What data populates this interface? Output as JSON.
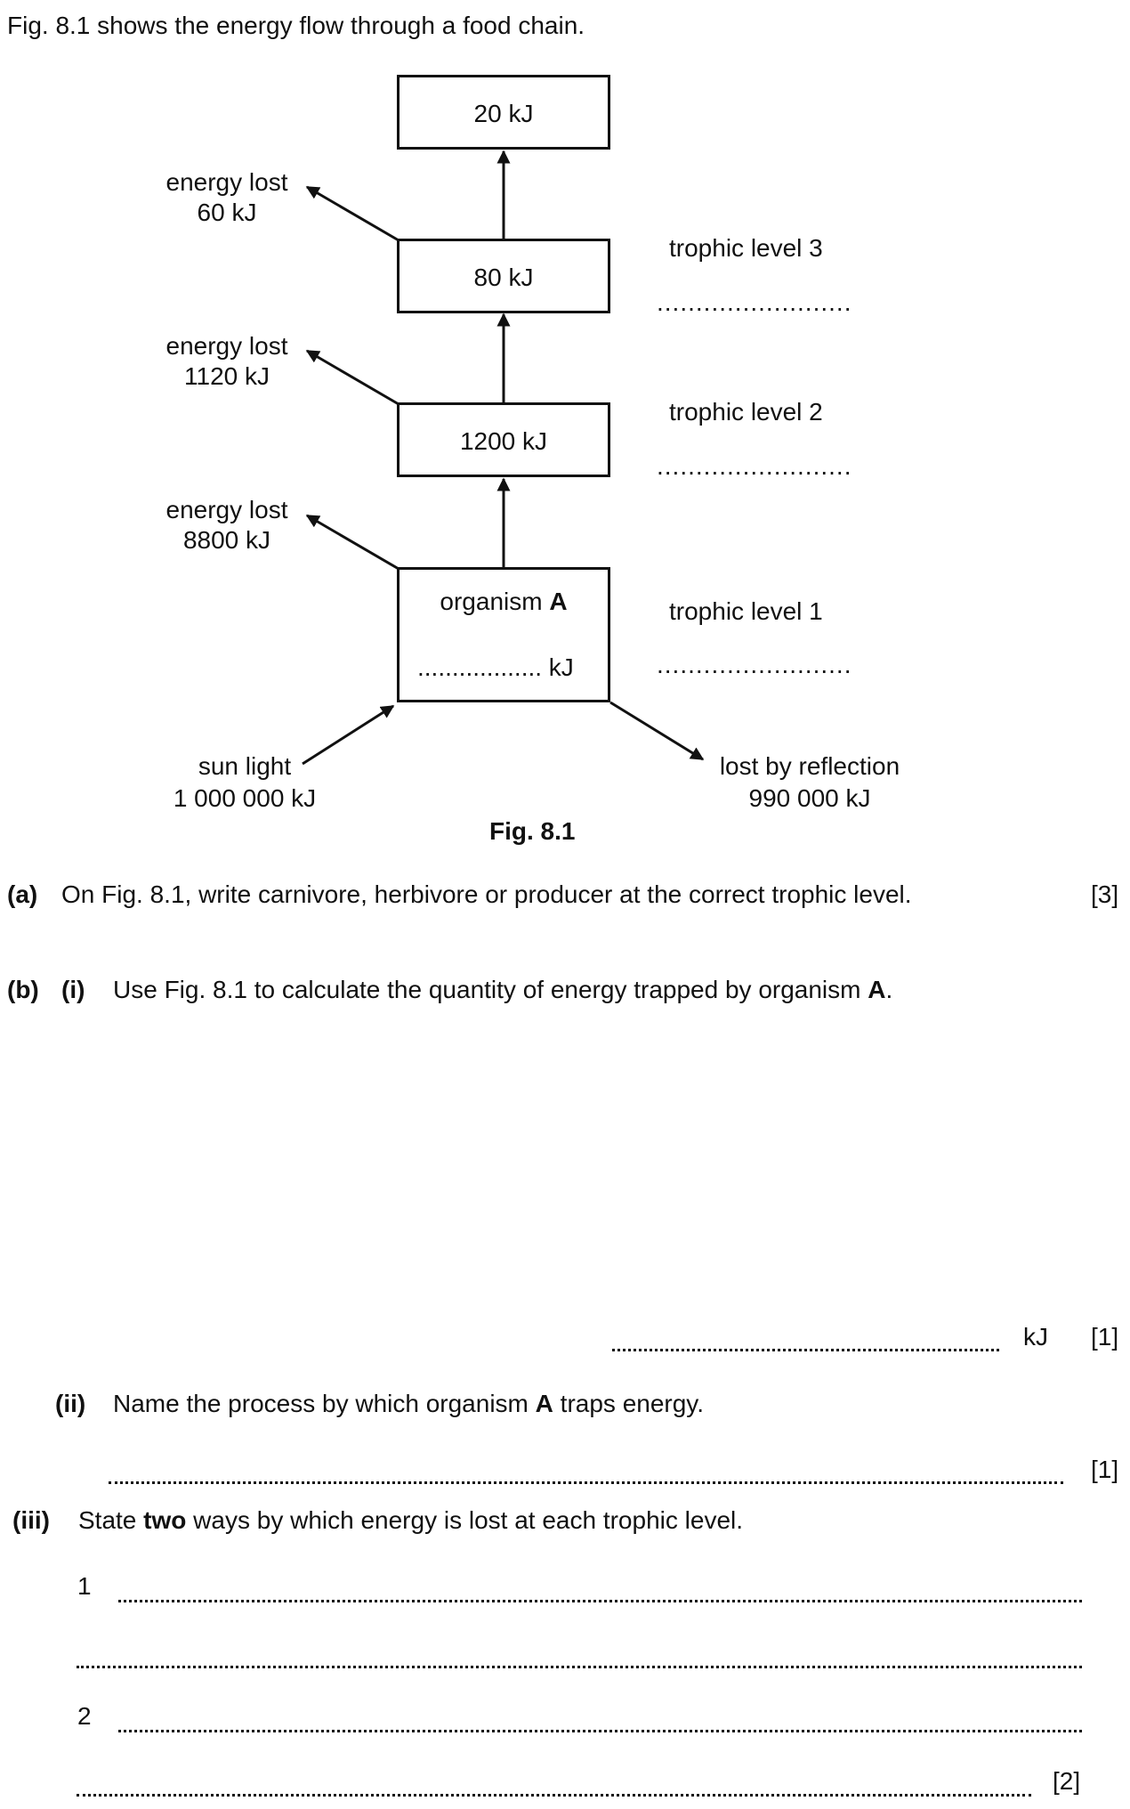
{
  "intro": "Fig. 8.1 shows the energy flow through a food chain.",
  "figure": {
    "caption": "Fig. 8.1",
    "boxes": {
      "top": "20 kJ",
      "level3": "80 kJ",
      "level2": "1200 kJ",
      "organism_label": "organism",
      "organism_letter": "A",
      "organism_answer": ".................. kJ"
    },
    "losses": [
      {
        "label": "energy lost",
        "value": "60 kJ"
      },
      {
        "label": "energy lost",
        "value": "1120 kJ"
      },
      {
        "label": "energy lost",
        "value": "8800 kJ"
      }
    ],
    "trophic_levels": [
      {
        "label": "trophic level 3",
        "answer": "........................."
      },
      {
        "label": "trophic level 2",
        "answer": "........................."
      },
      {
        "label": "trophic level 1",
        "answer": "........................."
      }
    ],
    "sunlight": {
      "label": "sun light",
      "value": "1 000 000 kJ"
    },
    "reflection": {
      "label": "lost by reflection",
      "value": "990 000 kJ"
    }
  },
  "questions": {
    "a": {
      "number": "(a)",
      "text": "On Fig. 8.1, write carnivore, herbivore or producer at the correct trophic level.",
      "marks": "[3]"
    },
    "b": {
      "number": "(b)",
      "i": {
        "number": "(i)",
        "text_before": "Use Fig. 8.1 to calculate the quantity of energy trapped by organism ",
        "bold": "A",
        "text_after": ".",
        "unit": "kJ",
        "marks": "[1]"
      },
      "ii": {
        "number": "(ii)",
        "text_before": "Name the process by which organism ",
        "bold": "A",
        "text_after": " traps energy.",
        "marks": "[1]"
      },
      "iii": {
        "number": "(iii)",
        "text_before": "State ",
        "bold": "two",
        "text_after": " ways by which energy is lost at each trophic level.",
        "line1": "1",
        "line2": "2",
        "marks": "[2]"
      }
    }
  }
}
